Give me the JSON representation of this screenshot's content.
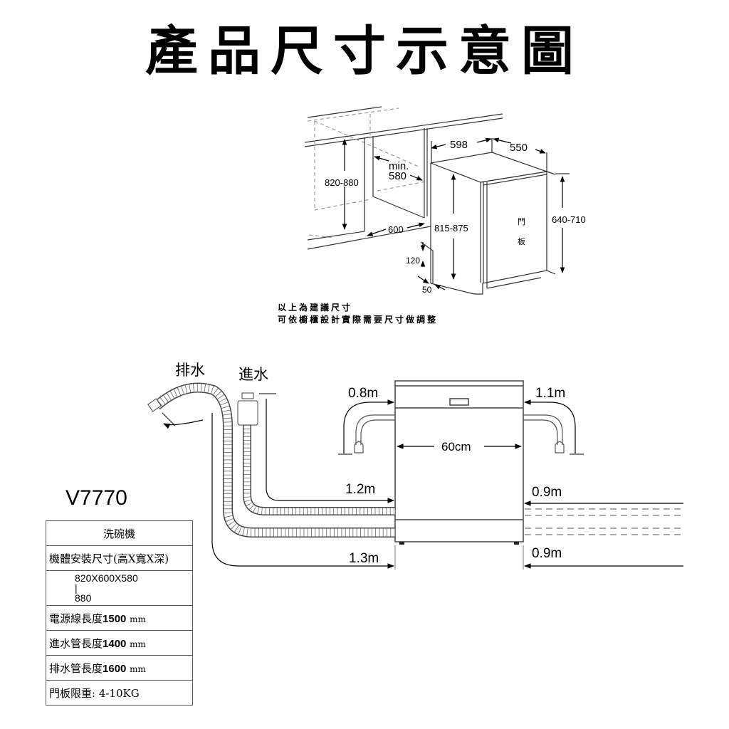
{
  "title": "產品尺寸示意圖",
  "installation_diagram": {
    "labels": {
      "cabinet_height": "820-880",
      "min_depth_line1": "min.",
      "min_depth_line2": "580",
      "cabinet_width": "600",
      "appliance_width": "598",
      "appliance_depth": "550",
      "appliance_height": "815-875",
      "door_height": "640-710",
      "door_panel_char1": "門",
      "door_panel_char2": "板",
      "toe_kick_height": "120",
      "toe_kick_depth": "50"
    },
    "notes": [
      "以上為建議尺寸",
      "可依櫥櫃設計實際需要尺寸做調整"
    ]
  },
  "hose_diagram": {
    "drain_label": "排水",
    "inlet_label": "進水",
    "power_cord_left": "0.8m",
    "power_cord_right": "1.1m",
    "appliance_width": "60cm",
    "inlet_left": "1.2m",
    "drain_left": "1.3m",
    "inlet_right": "0.9m",
    "drain_right": "0.9m"
  },
  "spec": {
    "model": "V7770",
    "rows": [
      {
        "text": "洗碗機"
      },
      {
        "text": "機體安裝尺寸(高X寬X深)"
      },
      {
        "line1": "820X600X580",
        "sep": "|",
        "line2": "880"
      },
      {
        "label": "電源線長度",
        "value": "1500",
        "unit": "mm"
      },
      {
        "label": "進水管長度",
        "value": "1400",
        "unit": "mm"
      },
      {
        "label": "排水管長度",
        "value": "1600",
        "unit": "mm"
      },
      {
        "text": "門板限重: 4-10KG"
      }
    ]
  }
}
